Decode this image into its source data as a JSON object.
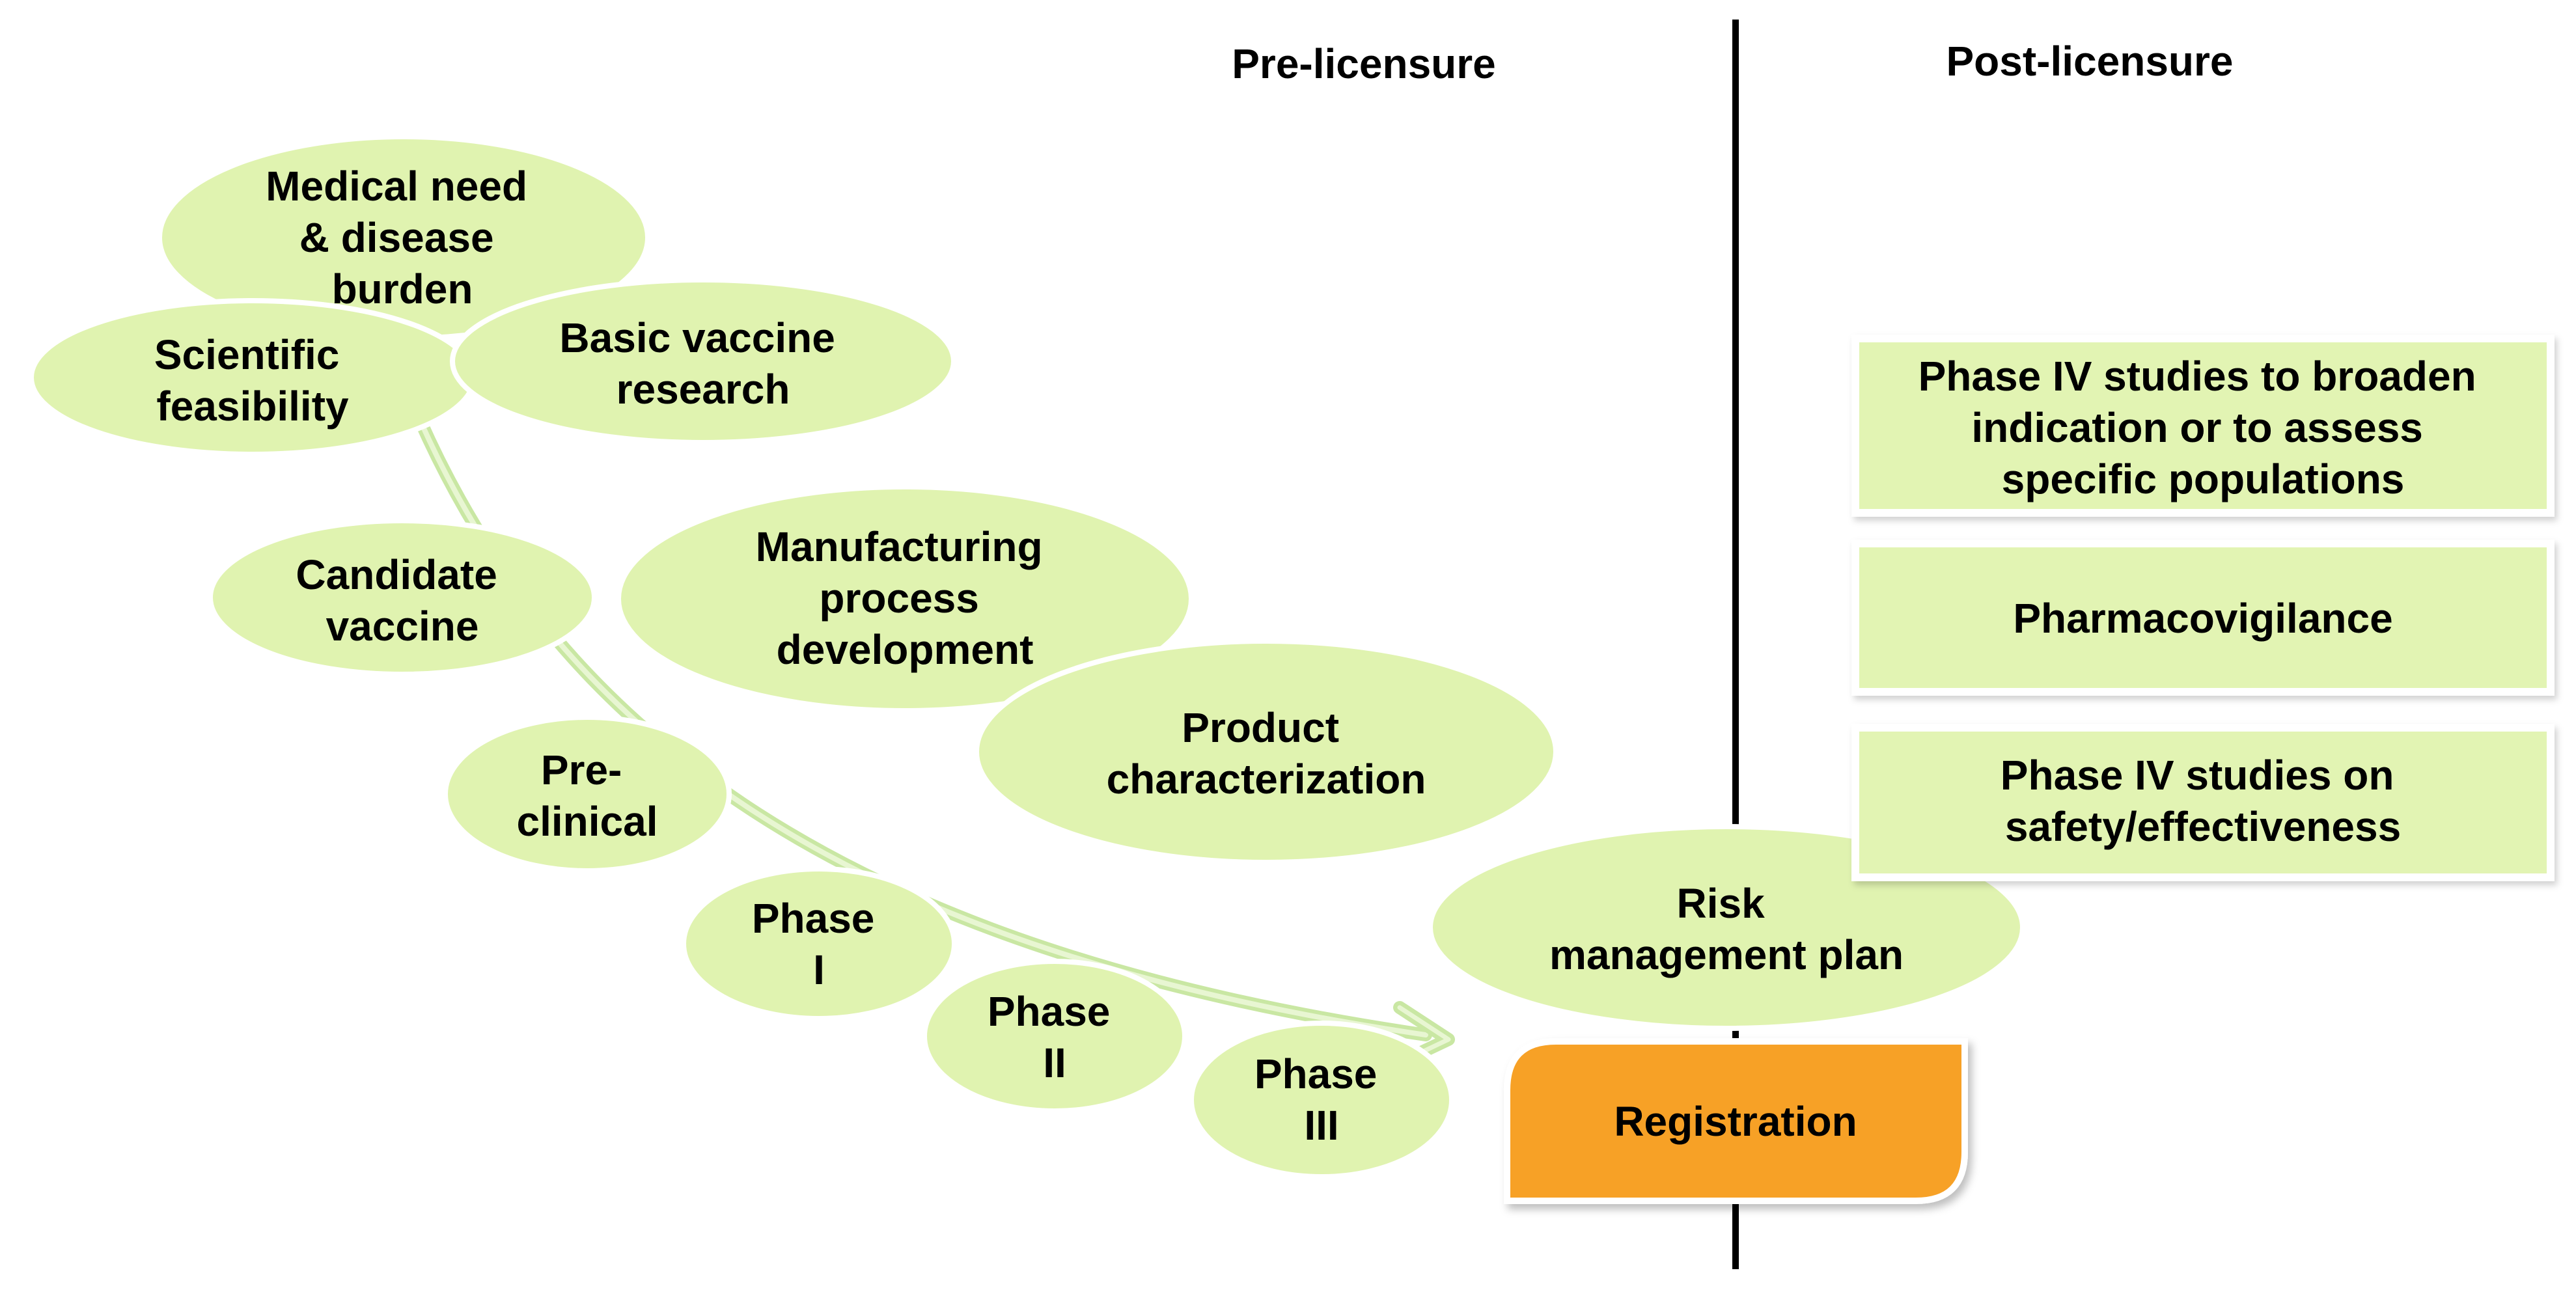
{
  "headers": {
    "pre": "Pre-licensure",
    "post": "Post-licensure"
  },
  "colors": {
    "node_fill": "#e0f3b0",
    "box_fill": "#e2f4b3",
    "registration_fill": "#f7a127",
    "arrow": "#c8e6a0",
    "divider": "#000000"
  },
  "ellipses": {
    "medical_need": [
      "Medical need",
      "& disease",
      "burden"
    ],
    "scientific_feasibility": [
      "Scientific",
      "feasibility"
    ],
    "basic_research": [
      "Basic vaccine",
      "research"
    ],
    "candidate_vaccine": [
      "Candidate",
      "vaccine"
    ],
    "manufacturing": [
      "Manufacturing",
      "process",
      "development"
    ],
    "product_characterization": [
      "Product",
      "characterization"
    ],
    "pre_clinical": [
      "Pre-",
      "clinical"
    ],
    "phase_1": [
      "Phase",
      "I"
    ],
    "phase_2": [
      "Phase",
      "II"
    ],
    "phase_3": [
      "Phase",
      "III"
    ],
    "risk_management": [
      "Risk",
      "management plan"
    ]
  },
  "registration": [
    "Registration"
  ],
  "post_boxes": {
    "phase4_broaden": [
      "Phase IV studies to broaden",
      "indication or to assess",
      "specific populations"
    ],
    "pharmacovigilance": [
      "Pharmacovigilance"
    ],
    "phase4_safety": [
      "Phase IV studies on",
      "safety/effectiveness"
    ]
  }
}
